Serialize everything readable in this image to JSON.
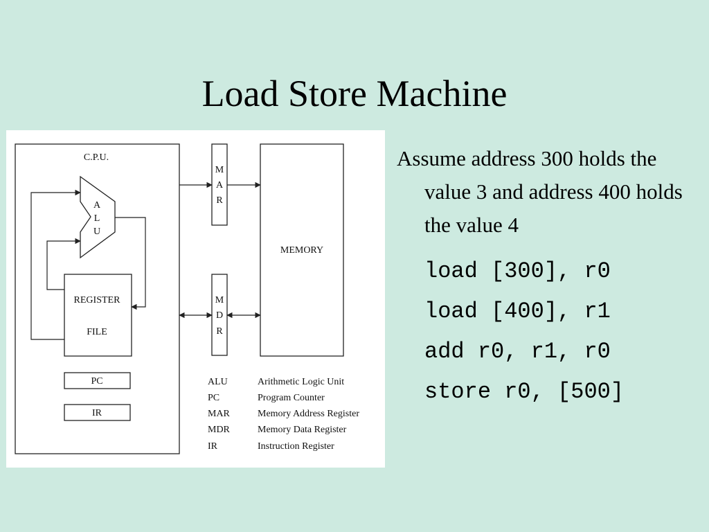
{
  "slide": {
    "title": "Load Store Machine"
  },
  "diagram": {
    "cpu_label": "C.P.U.",
    "alu_letters": [
      "A",
      "L",
      "U"
    ],
    "register_file_line1": "REGISTER",
    "register_file_line2": "FILE",
    "pc_label": "PC",
    "ir_label": "IR",
    "mar_letters": [
      "M",
      "A",
      "R"
    ],
    "mdr_letters": [
      "M",
      "D",
      "R"
    ],
    "memory_label": "MEMORY",
    "legend": [
      {
        "abbr": "ALU",
        "meaning": "Arithmetic Logic Unit"
      },
      {
        "abbr": "PC",
        "meaning": "Program Counter"
      },
      {
        "abbr": "MAR",
        "meaning": "Memory Address Register"
      },
      {
        "abbr": "MDR",
        "meaning": "Memory Data Register"
      },
      {
        "abbr": "IR",
        "meaning": "Instruction Register"
      }
    ]
  },
  "text": {
    "assumption": "Assume address 300 holds the value 3 and address 400 holds the value 4",
    "code_lines": [
      "load [300], r0",
      "load [400], r1",
      "add r0, r1, r0",
      "store r0, [500]"
    ]
  }
}
